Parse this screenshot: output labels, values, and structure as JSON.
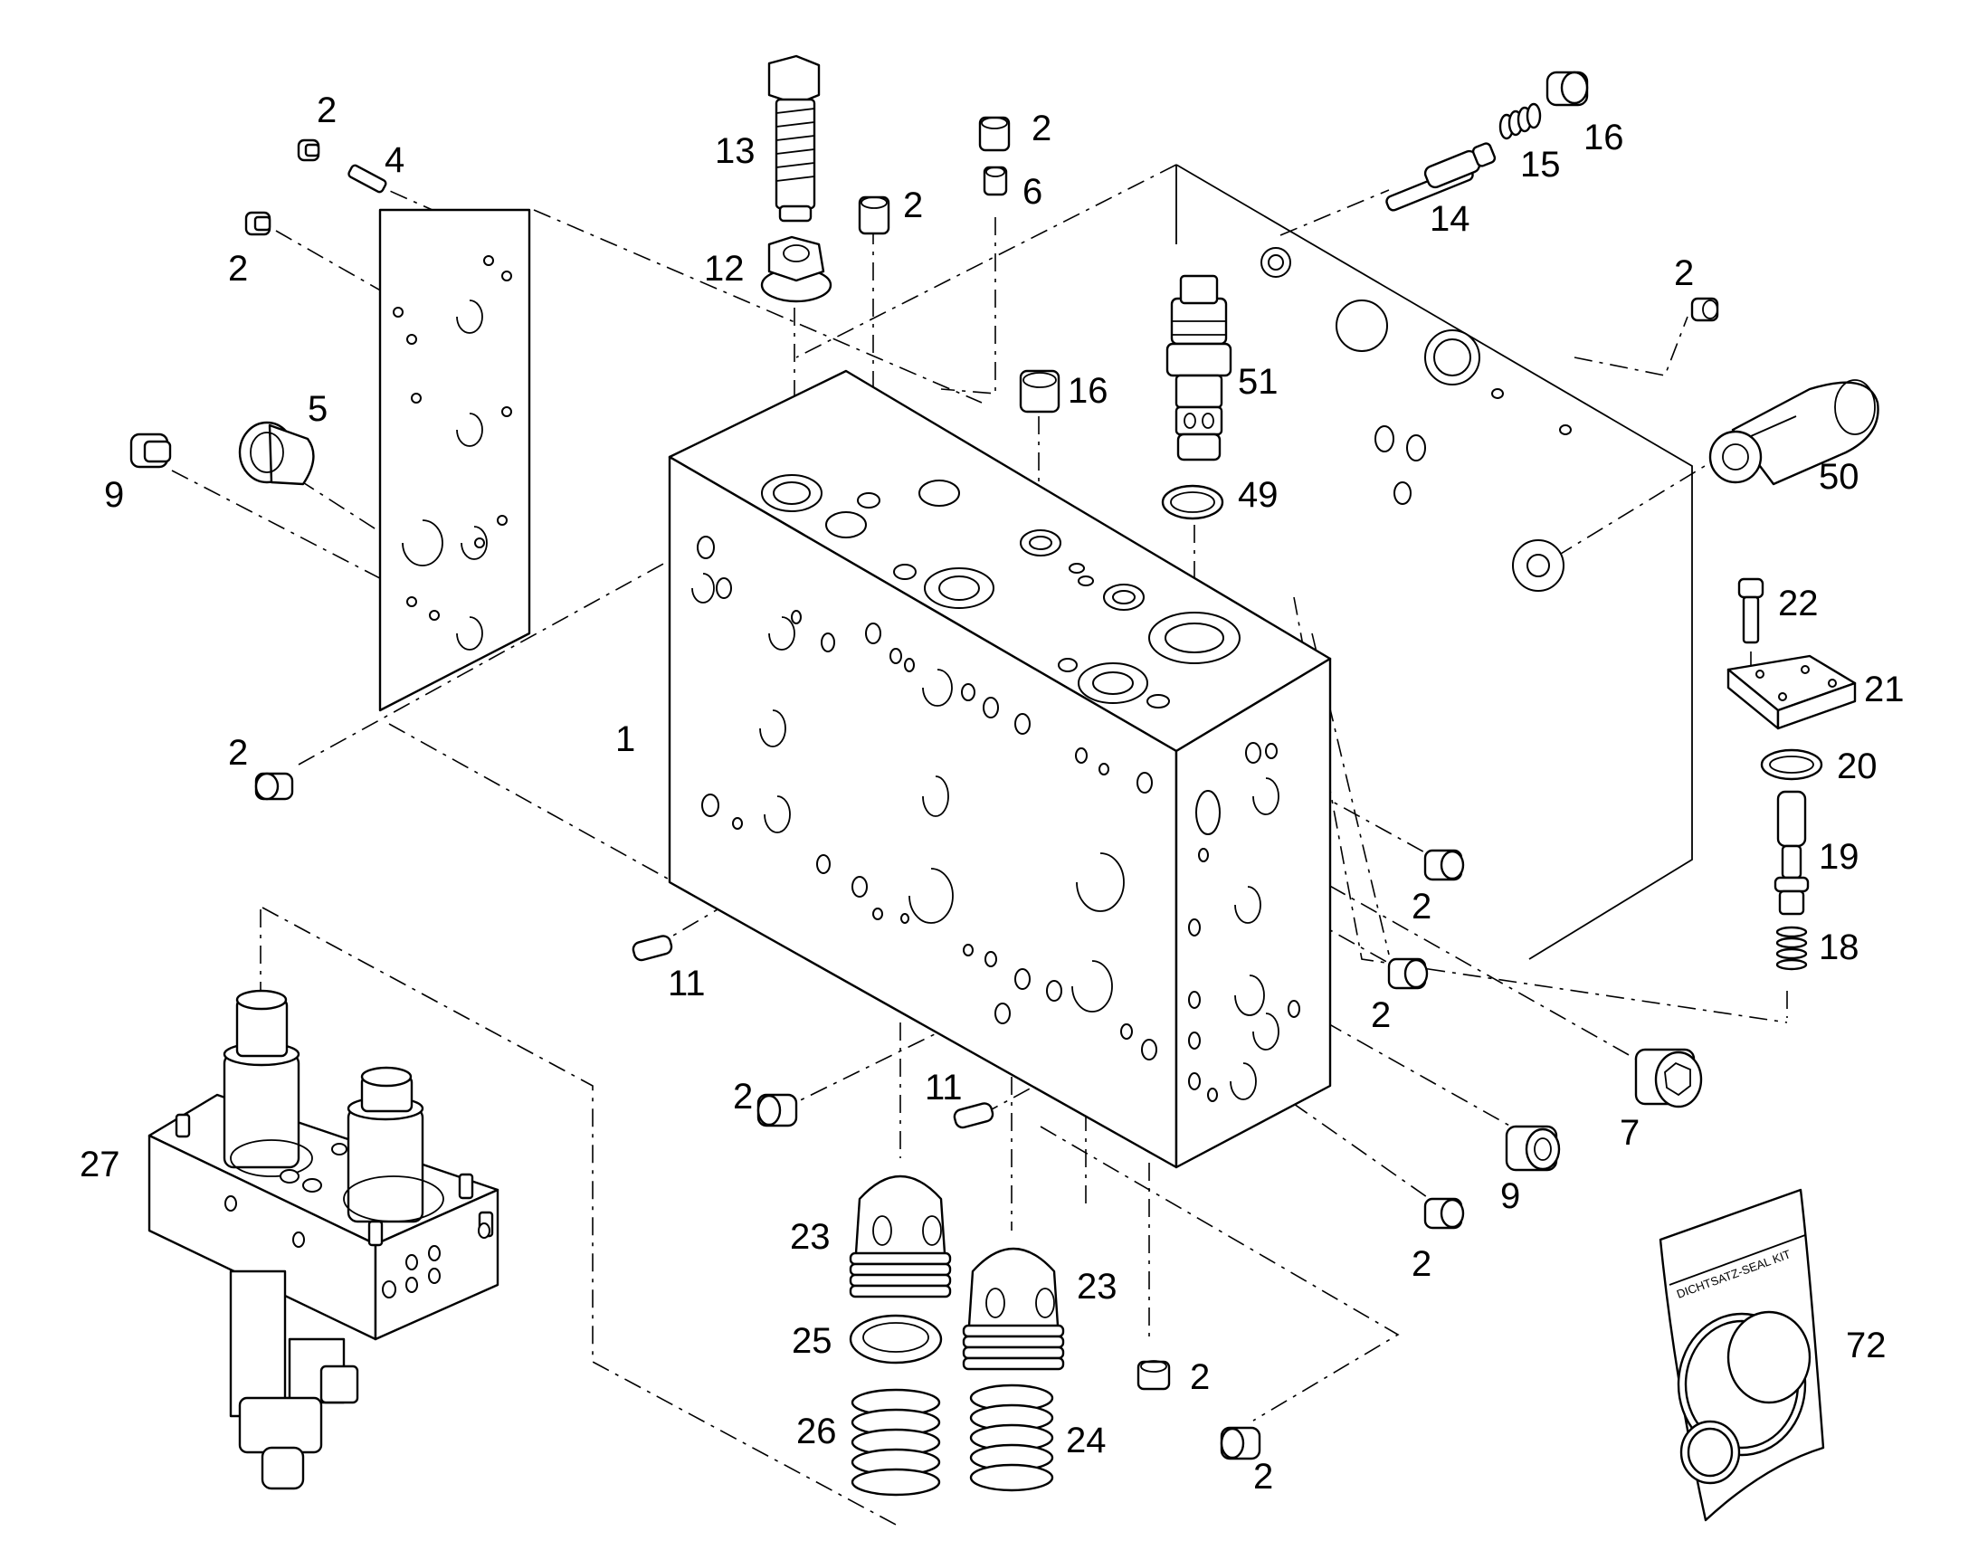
{
  "diagram": {
    "seal_kit_label": "DICHTSATZ-SEAL KIT",
    "callouts": [
      {
        "id": "c-2a",
        "text": "2"
      },
      {
        "id": "c-4",
        "text": "4"
      },
      {
        "id": "c-2b",
        "text": "2"
      },
      {
        "id": "c-5",
        "text": "5"
      },
      {
        "id": "c-9a",
        "text": "9"
      },
      {
        "id": "c-2c",
        "text": "2"
      },
      {
        "id": "c-13",
        "text": "13"
      },
      {
        "id": "c-12",
        "text": "12"
      },
      {
        "id": "c-2d",
        "text": "2"
      },
      {
        "id": "c-2e",
        "text": "2"
      },
      {
        "id": "c-6",
        "text": "6"
      },
      {
        "id": "c-16a",
        "text": "16"
      },
      {
        "id": "c-51",
        "text": "51"
      },
      {
        "id": "c-49",
        "text": "49"
      },
      {
        "id": "c-14",
        "text": "14"
      },
      {
        "id": "c-15",
        "text": "15"
      },
      {
        "id": "c-16b",
        "text": "16"
      },
      {
        "id": "c-2f",
        "text": "2"
      },
      {
        "id": "c-50",
        "text": "50"
      },
      {
        "id": "c-22",
        "text": "22"
      },
      {
        "id": "c-21",
        "text": "21"
      },
      {
        "id": "c-20",
        "text": "20"
      },
      {
        "id": "c-19",
        "text": "19"
      },
      {
        "id": "c-18",
        "text": "18"
      },
      {
        "id": "c-1",
        "text": "1"
      },
      {
        "id": "c-11a",
        "text": "11"
      },
      {
        "id": "c-2g",
        "text": "2"
      },
      {
        "id": "c-2h",
        "text": "2"
      },
      {
        "id": "c-7",
        "text": "7"
      },
      {
        "id": "c-2i",
        "text": "2"
      },
      {
        "id": "c-11b",
        "text": "11"
      },
      {
        "id": "c-9b",
        "text": "9"
      },
      {
        "id": "c-2j",
        "text": "2"
      },
      {
        "id": "c-27",
        "text": "27"
      },
      {
        "id": "c-23a",
        "text": "23"
      },
      {
        "id": "c-23b",
        "text": "23"
      },
      {
        "id": "c-25",
        "text": "25"
      },
      {
        "id": "c-26",
        "text": "26"
      },
      {
        "id": "c-24",
        "text": "24"
      },
      {
        "id": "c-2k",
        "text": "2"
      },
      {
        "id": "c-2l",
        "text": "2"
      },
      {
        "id": "c-72",
        "text": "72"
      }
    ]
  }
}
